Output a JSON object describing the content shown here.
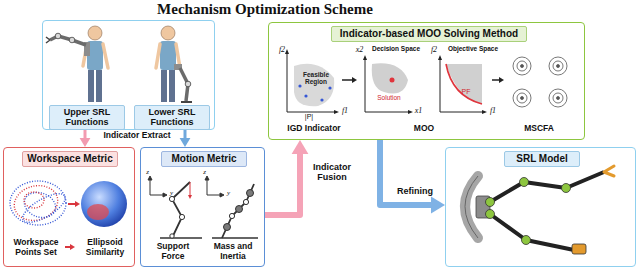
{
  "diagram": {
    "title": "Mechanism Optimization Scheme",
    "nodes": [
      {
        "text": [
          "Upper SRL Functions",
          "Lower SRL Functions"
        ]
      },
      {
        "text": [
          "Workspace Metric",
          "Workspace Points Set",
          "Ellipsoid Similarity"
        ]
      },
      {
        "text": [
          "Motion Metric",
          "Support Force",
          "Mass and Inertia"
        ]
      },
      {
        "text": [
          "Indicator-based MOO Solving Method",
          "IGD Indicator",
          "MOO",
          "MSCFA"
        ]
      },
      {
        "text": [
          "SRL Model"
        ]
      }
    ],
    "edges": [
      {
        "from": 0,
        "to": 1,
        "arrow": "to"
      },
      {
        "from": 0,
        "to": 2,
        "arrow": "to"
      },
      {
        "from": 2,
        "to": 3,
        "label": "Indicator Fusion",
        "arrow": "to"
      },
      {
        "from": 3,
        "to": 4,
        "label": "Refining",
        "arrow": "to"
      }
    ],
    "labels": [
      "Indicator Extract",
      "f2",
      "f1",
      "Feasible Region",
      "|P|",
      "x2",
      "Decision Space",
      "x1",
      "Solution",
      "f2",
      "Objective Space",
      "f1",
      "PF",
      "z",
      "y",
      "z",
      "y"
    ]
  }
}
